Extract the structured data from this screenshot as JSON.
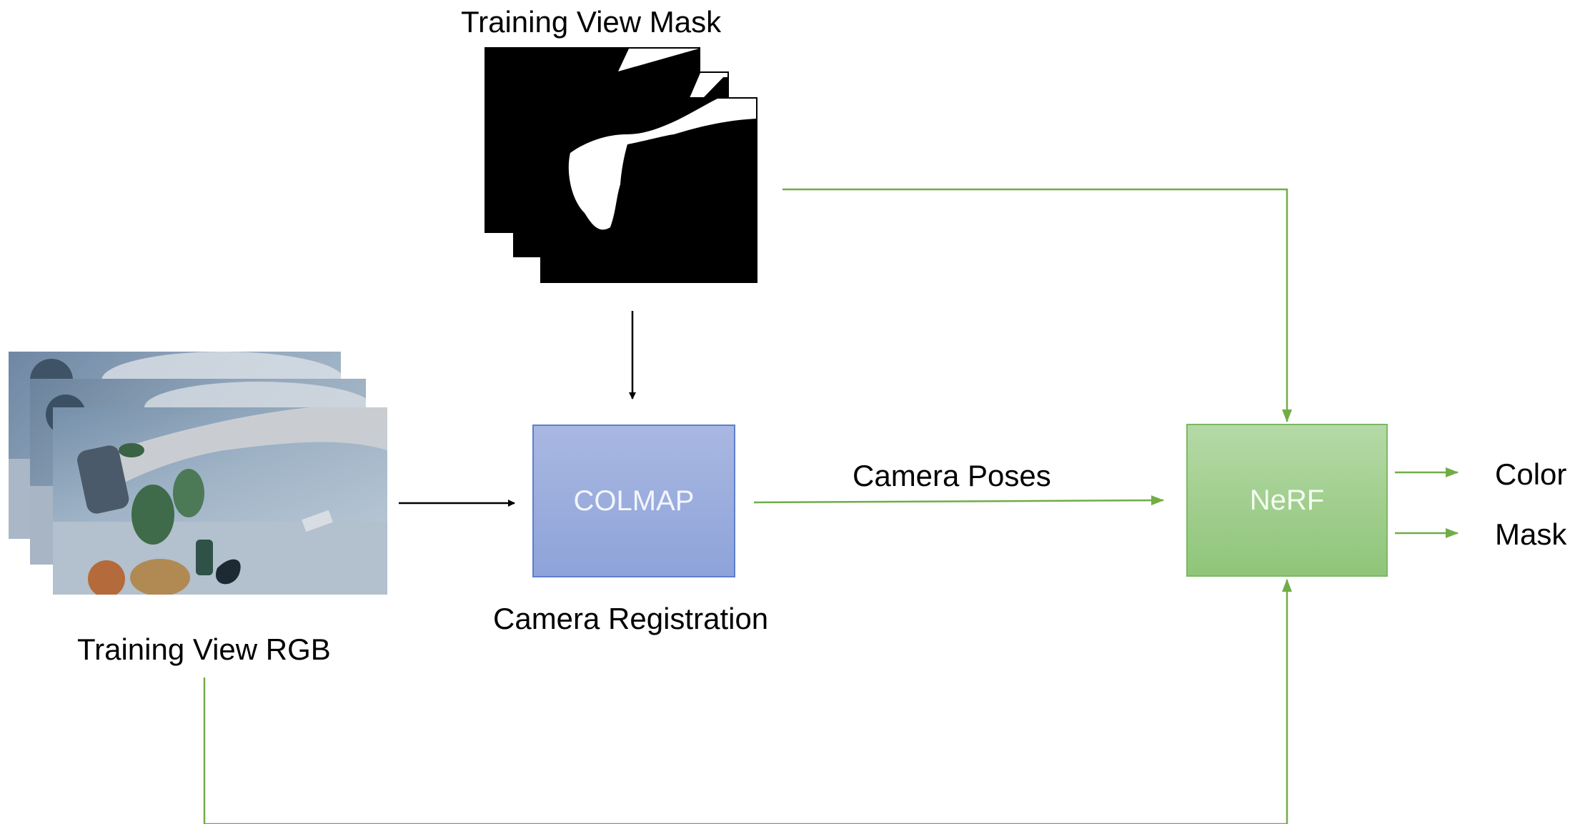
{
  "labels": {
    "mask_stack": "Training View Mask",
    "rgb_stack": "Training View RGB",
    "registration": "Camera Registration",
    "poses": "Camera Poses",
    "out_color": "Color",
    "out_mask": "Mask"
  },
  "boxes": {
    "colmap": "COLMAP",
    "nerf": "NeRF"
  },
  "colors": {
    "green_arrow": "#70ad47",
    "black_arrow": "#000000",
    "colmap_fill": "#9aaddd",
    "nerf_fill": "#a3cf90"
  }
}
